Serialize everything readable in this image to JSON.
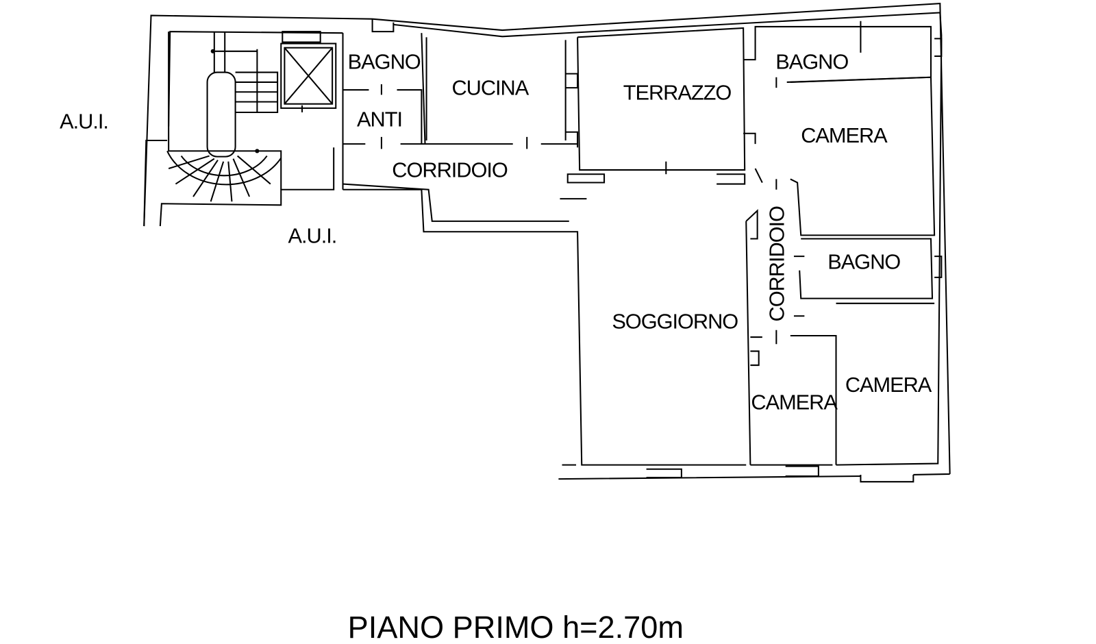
{
  "plan": {
    "title": "PIANO PRIMO h=2.70m",
    "line_color": "#000000",
    "background": "#ffffff",
    "labels": {
      "aui_west": "A.U.I.",
      "aui_south": "A.U.I.",
      "bagno_1": "BAGNO",
      "anti": "ANTI",
      "cucina": "CUCINA",
      "corridoio_1": "CORRIDOIO",
      "terrazzo": "TERRAZZO",
      "bagno_2": "BAGNO",
      "camera_1": "CAMERA",
      "corridoio_2": "CORRIDOIO",
      "bagno_3": "BAGNO",
      "soggiorno": "SOGGIORNO",
      "camera_2": "CAMERA",
      "camera_3": "CAMERA"
    }
  }
}
